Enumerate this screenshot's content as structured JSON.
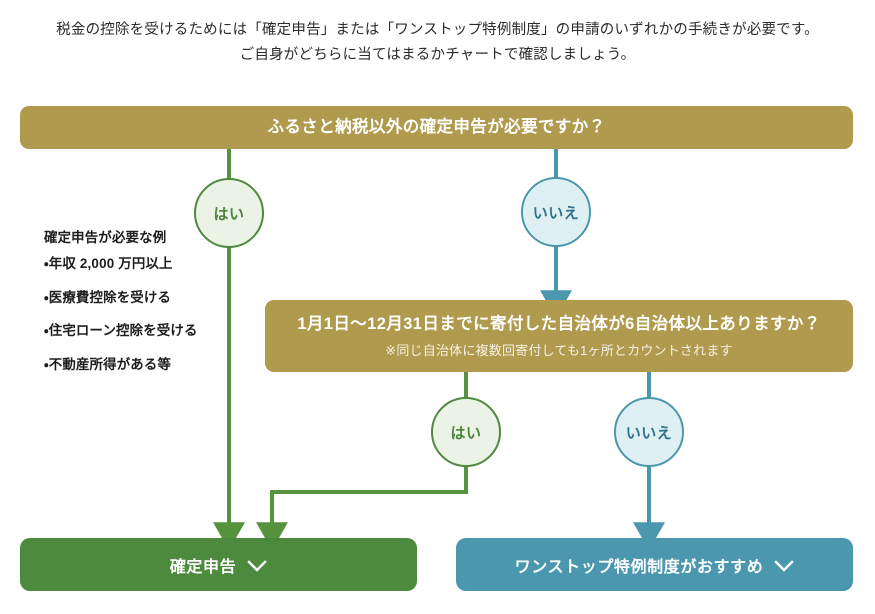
{
  "intro": {
    "line1": "税金の控除を受けるためには「確定申告」または「ワンストップ特例制度」の申請のいずれかの手続きが必要です。",
    "line2": "ご自身がどちらに当てはまるかチャートで確認しましょう。"
  },
  "flowchart": {
    "question1": {
      "text": "ふるさと納税以外の確定申告が必要ですか？",
      "color": "#b09a4d"
    },
    "question2": {
      "text": "1月1日〜12月31日までに寄付した自治体が6自治体以上ありますか？",
      "note": "※同じ自治体に複数回寄付しても1ヶ所とカウントされます",
      "color": "#b09a4d"
    },
    "answers": {
      "yes": "はい",
      "no": "いいえ",
      "yes_color": "#4d8a3e",
      "no_color": "#4a97ae"
    },
    "note_panel": {
      "heading": "確定申告が必要な例",
      "items": [
        "・年収 2,000 万円以上",
        "・医療費控除を受ける",
        "・住宅ローン控除を受ける",
        "・不動産所得がある等"
      ]
    },
    "results": {
      "green": {
        "label": "確定申告",
        "icon": "chevron-down-icon",
        "color": "#4d8a3e"
      },
      "blue": {
        "label": "ワンストップ特例制度がおすすめ",
        "icon": "chevron-down-icon",
        "color": "#4a97ae"
      }
    }
  }
}
